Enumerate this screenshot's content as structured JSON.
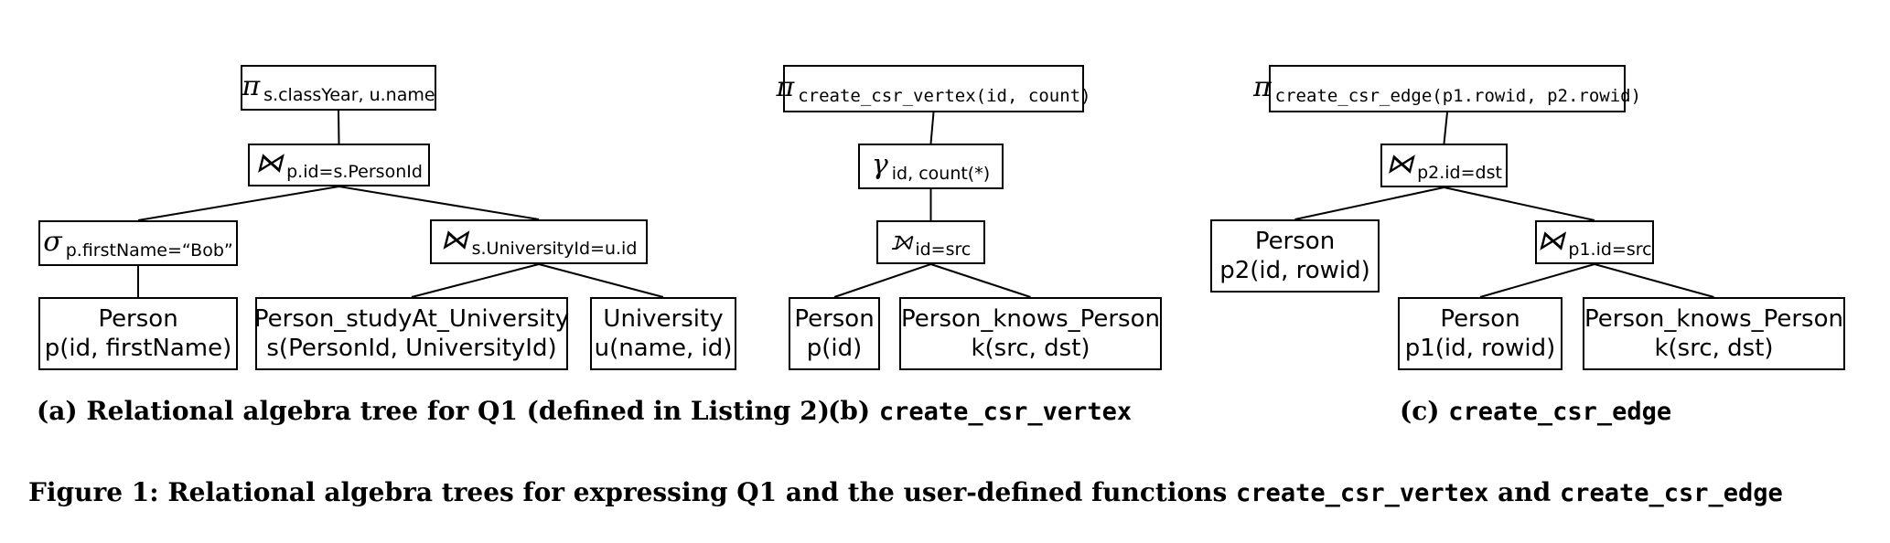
{
  "panel_a": {
    "project": {
      "sym": "π",
      "sub": "s.classYear, u.name"
    },
    "join_top": {
      "sym": "⋈",
      "sub": "p.id=s.PersonId"
    },
    "select": {
      "sym": "σ",
      "sub": "p.firstName=“Bob”"
    },
    "join_right": {
      "sym": "⋈",
      "sub": "s.UniversityId=u.id"
    },
    "person": {
      "line1": "Person",
      "line2": "p(id, firstName)"
    },
    "study": {
      "line1": "Person_studyAt_University",
      "line2": "s(PersonId, UniversityId)"
    },
    "university": {
      "line1": "University",
      "line2": "u(name, id)"
    },
    "caption": "(a) Relational algebra tree for Q1 (defined in Listing 2)"
  },
  "panel_b": {
    "project": {
      "sym": "π",
      "sub": "create_csr_vertex(id, count)"
    },
    "group": {
      "sym": "γ",
      "sub": "id, count(*)"
    },
    "join": {
      "sym": "⟕",
      "sub": "id=src"
    },
    "person": {
      "line1": "Person",
      "line2": "p(id)"
    },
    "knows": {
      "line1": "Person_knows_Person",
      "line2": "k(src, dst)"
    },
    "caption_prefix": "(b) ",
    "caption_code": "create_csr_vertex"
  },
  "panel_c": {
    "project": {
      "sym": "π",
      "sub": "create_csr_edge(p1.rowid, p2.rowid)"
    },
    "join_top": {
      "sym": "⋈",
      "sub": "p2.id=dst"
    },
    "person2": {
      "line1": "Person",
      "line2": "p2(id, rowid)"
    },
    "join_right": {
      "sym": "⋈",
      "sub": "p1.id=src"
    },
    "person1": {
      "line1": "Person",
      "line2": "p1(id, rowid)"
    },
    "knows": {
      "line1": "Person_knows_Person",
      "line2": "k(src, dst)"
    },
    "caption_prefix": "(c) ",
    "caption_code": "create_csr_edge"
  },
  "figure_caption": {
    "text": "Figure 1: Relational algebra trees for expressing Q1 and the user-defined functions ",
    "code1": "create_csr_vertex",
    "and": " and ",
    "code2": "create_csr_edge"
  }
}
